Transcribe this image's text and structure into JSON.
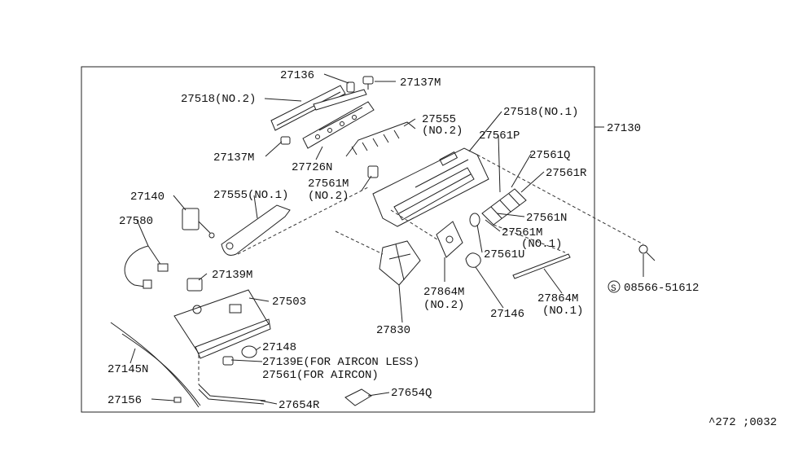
{
  "diagram": {
    "code": "^272 ;0032",
    "labels": {
      "p27136": "27136",
      "p27137m_top": "27137M",
      "p27518_no2": "27518(NO.2)",
      "p27555_no2_a": "27555",
      "p27555_no2_b": "(NO.2)",
      "p27518_no1": "27518(NO.1)",
      "p27130": "27130",
      "p27137m_left": "27137M",
      "p27726n": "27726N",
      "p27561p": "27561P",
      "p27561q": "27561Q",
      "p27561r": "27561R",
      "p27140": "27140",
      "p27555_no1": "27555(NO.1)",
      "p27561m_no2_a": "27561M",
      "p27561m_no2_b": "(NO.2)",
      "p27580": "27580",
      "p27561n": "27561N",
      "p27561m_no1_a": "27561M",
      "p27561m_no1_b": "(NO.1)",
      "p27561u": "27561U",
      "p08566": "08566-51612",
      "p27139m": "27139M",
      "p27864m_no2_a": "27864M",
      "p27864m_no2_b": "(NO.2)",
      "p27864m_no1_a": "27864M",
      "p27864m_no1_b": "(NO.1)",
      "p27146": "27146",
      "p27503": "27503",
      "p27830": "27830",
      "p27148": "27148",
      "p27139e": "27139E(FOR AIRCON LESS)",
      "p27561": "27561(FOR AIRCON)",
      "p27145n": "27145N",
      "p27156": "27156",
      "p27654r": "27654R",
      "p27654q": "27654Q"
    }
  }
}
